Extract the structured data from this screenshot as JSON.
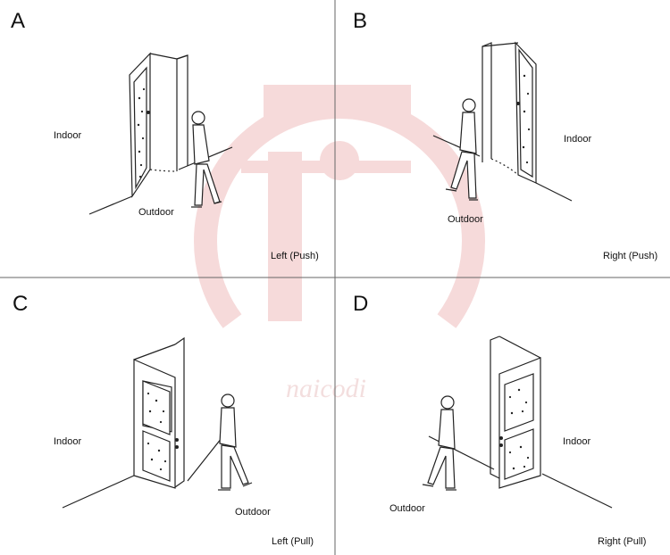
{
  "panels": {
    "a": {
      "letter": "A",
      "indoor": "Indoor",
      "outdoor": "Outdoor",
      "caption": "Left (Push)"
    },
    "b": {
      "letter": "B",
      "indoor": "Indoor",
      "outdoor": "Outdoor",
      "caption": "Right (Push)"
    },
    "c": {
      "letter": "C",
      "indoor": "Indoor",
      "outdoor": "Outdoor",
      "caption": "Left (Pull)"
    },
    "d": {
      "letter": "D",
      "indoor": "Indoor",
      "outdoor": "Outdoor",
      "caption": "Right (Pull)"
    }
  },
  "watermark": {
    "text": "naicodi",
    "color": "#f3d2d2"
  },
  "colors": {
    "line": "#222222",
    "divider": "#666666"
  }
}
